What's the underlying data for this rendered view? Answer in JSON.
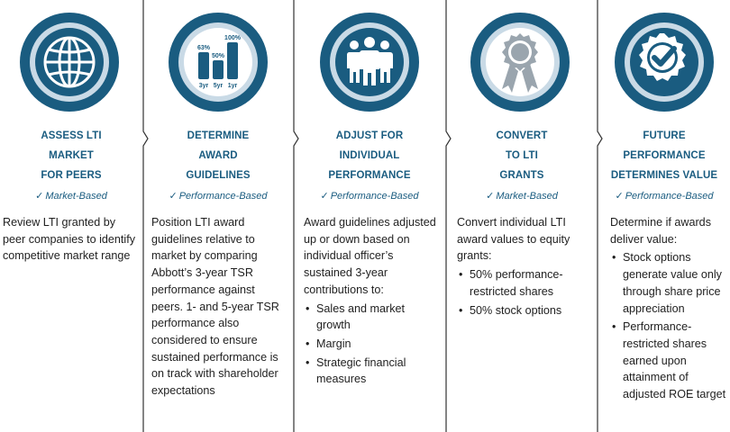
{
  "steps": [
    {
      "icon": "globe-icon",
      "heading": [
        "ASSESS LTI",
        "MARKET",
        "FOR PEERS"
      ],
      "tag": "Market-Based",
      "body": "Review LTI granted by peer companies to identify competitive market range",
      "bullets": []
    },
    {
      "icon": "bar-chart-icon",
      "chart_labels": {
        "values": [
          "63%",
          "50%",
          "100%"
        ],
        "periods": [
          "3yr",
          "5yr",
          "1yr"
        ]
      },
      "heading": [
        "DETERMINE",
        "AWARD",
        "GUIDELINES"
      ],
      "tag": "Performance-Based",
      "body": "Position LTI award guidelines relative to market by comparing Abbott’s 3-year TSR performance against peers. 1- and 5-year TSR performance also considered to ensure sustained performance is on track with shareholder expectations",
      "bullets": []
    },
    {
      "icon": "people-icon",
      "heading": [
        "ADJUST FOR",
        "INDIVIDUAL",
        "PERFORMANCE"
      ],
      "tag": "Performance-Based",
      "body": "Award guidelines adjusted up or down based on individual officer’s sustained 3-year contributions to:",
      "bullets": [
        "Sales and market growth",
        "Margin",
        "Strategic financial measures"
      ]
    },
    {
      "icon": "award-ribbon-icon",
      "heading": [
        "CONVERT",
        "TO LTI",
        "GRANTS"
      ],
      "tag": "Market-Based",
      "body": "Convert individual LTI award values to equity grants:",
      "bullets": [
        "50% performance-restricted shares",
        "50% stock options"
      ]
    },
    {
      "icon": "check-badge-icon",
      "heading": [
        "FUTURE",
        "PERFORMANCE",
        "DETERMINES VALUE"
      ],
      "tag": "Performance-Based",
      "body": "Determine if awards deliver value:",
      "bullets": [
        "Stock options generate value only through share price appreciation",
        "Performance-restricted shares earned upon attainment of adjusted ROE target"
      ]
    }
  ],
  "colors": {
    "dark_blue": "#1a5c80",
    "light_blue": "#c9dae6",
    "grey": "#9aa5ae"
  }
}
